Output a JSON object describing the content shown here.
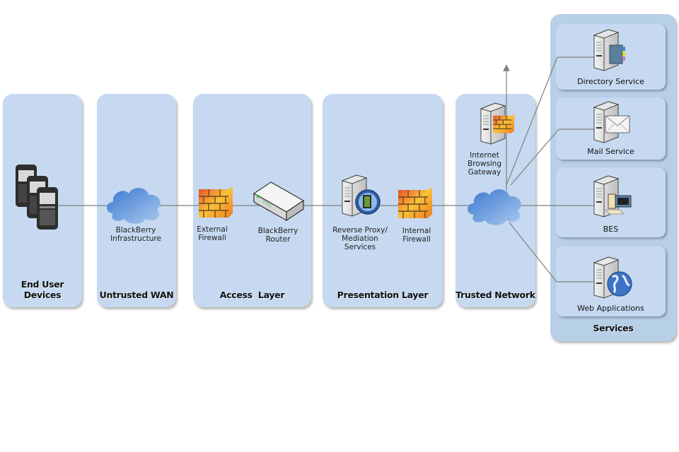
{
  "zones": {
    "end_user_devices": "End User Devices",
    "untrusted_wan": "Untrusted WAN",
    "access_layer": "Access  Layer",
    "presentation_layer": "Presentation Layer",
    "trusted_network": "Trusted Network",
    "services": "Services"
  },
  "nodes": {
    "blackberry_infrastructure": [
      "BlackBerry",
      "Infrastructure"
    ],
    "external_firewall": [
      "External",
      "Firewall"
    ],
    "blackberry_router": [
      "BlackBerry",
      "Router"
    ],
    "reverse_proxy": [
      "Reverse Proxy/",
      "Mediation",
      "Services"
    ],
    "internal_firewall": [
      "Internal",
      "Firewall"
    ],
    "internet_browsing_gateway": [
      "Internet",
      "Browsing",
      "Gateway"
    ]
  },
  "services": {
    "directory": "Directory Service",
    "mail": "Mail Service",
    "bes": "BES",
    "web_apps": "Web Applications"
  },
  "colors": {
    "zone_fill": "#c6d9f0",
    "services_fill": "#b8cfe8",
    "line": "#7f7f7f",
    "cloud": "#5b8fd6",
    "firewall": "#f08030"
  }
}
